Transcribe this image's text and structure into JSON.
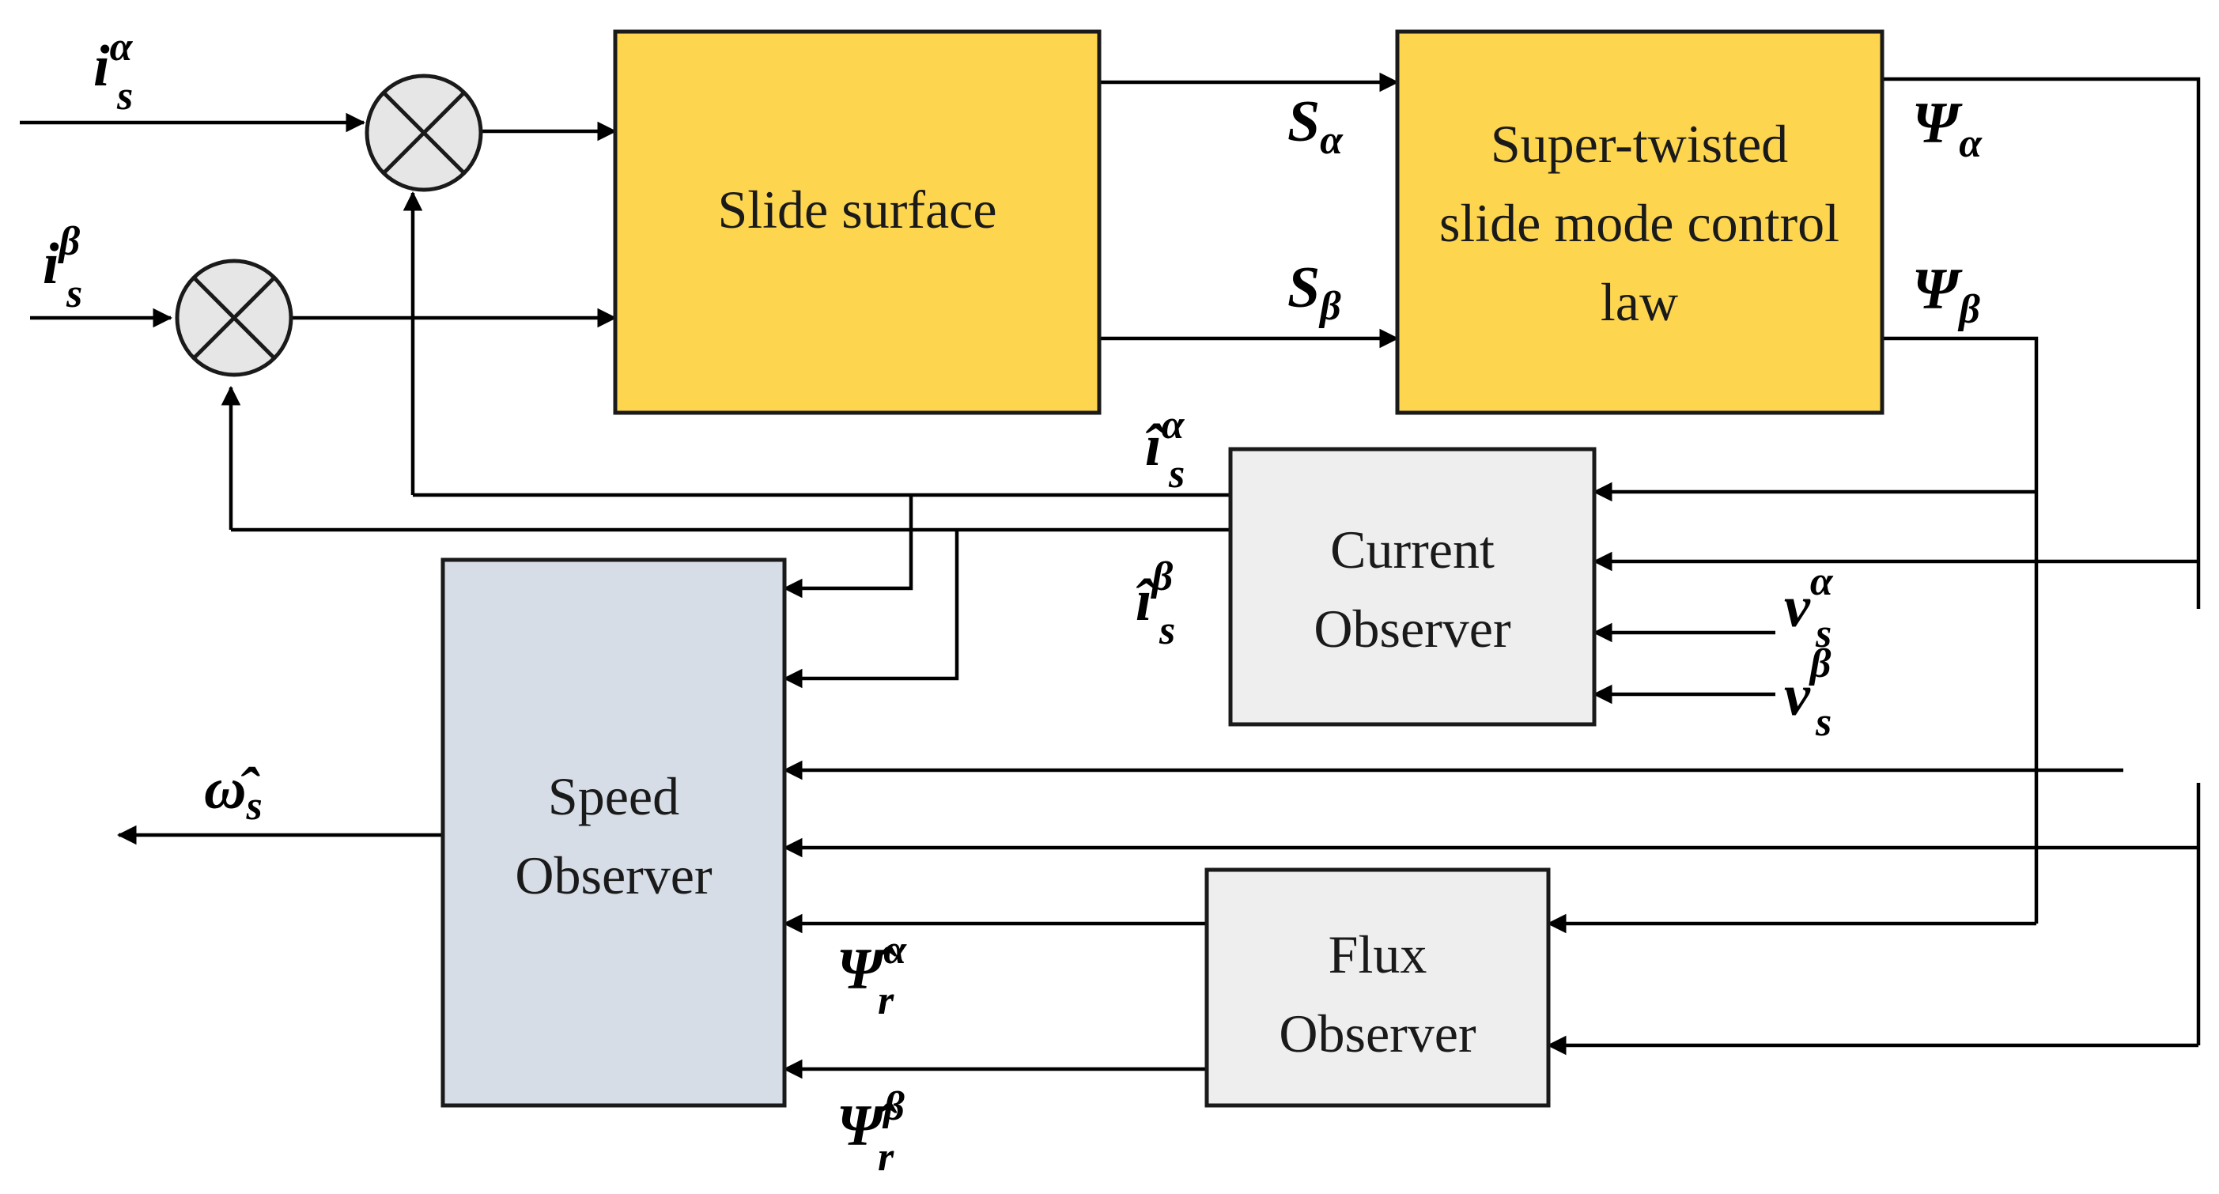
{
  "blocks": {
    "slide_surface": {
      "label": "Slide surface",
      "color": "#fdd54f"
    },
    "stsmc_law": {
      "lines": [
        "Super-twisted",
        "slide mode control",
        "law"
      ],
      "color": "#fdd54f"
    },
    "current_observer": {
      "lines": [
        "Current",
        "Observer"
      ],
      "color": "#eeeeee"
    },
    "speed_observer": {
      "lines": [
        "Speed",
        "Observer"
      ],
      "color": "#d6dde6"
    },
    "flux_observer": {
      "lines": [
        "Flux",
        "Observer"
      ],
      "color": "#eeeeee"
    }
  },
  "signals": {
    "i_s_alpha": {
      "base": "i",
      "sub": "s",
      "sup": "α"
    },
    "i_s_beta": {
      "base": "i",
      "sub": "s",
      "sup": "β"
    },
    "s_alpha": {
      "base": "S",
      "sub": "α"
    },
    "s_beta": {
      "base": "S",
      "sub": "β"
    },
    "psi_alpha": {
      "base": "Ψ",
      "sub": "α"
    },
    "psi_beta": {
      "base": "Ψ",
      "sub": "β"
    },
    "i_hat_s_alpha": {
      "base": "î",
      "sub": "s",
      "sup": "α"
    },
    "i_hat_s_beta": {
      "base": "î",
      "sub": "s",
      "sup": "β"
    },
    "v_s_alpha": {
      "base": "v",
      "sub": "s",
      "sup": "α"
    },
    "v_s_beta": {
      "base": "v",
      "sub": "s",
      "sup": "β"
    },
    "omega_hat_s": {
      "base": "ω̂",
      "sub": "s"
    },
    "psi_hat_r_alpha": {
      "base": "Ψ̂",
      "sub": "r",
      "sup": "α"
    },
    "psi_hat_r_beta": {
      "base": "Ψ̂",
      "sub": "r",
      "sup": "β"
    }
  }
}
